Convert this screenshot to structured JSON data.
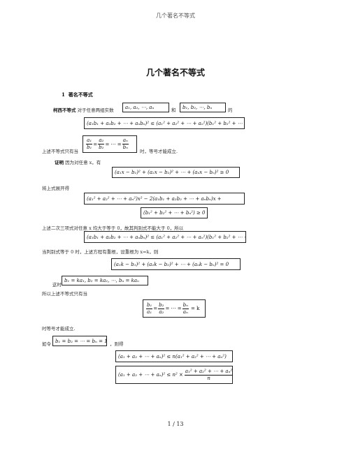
{
  "header": {
    "text": "几个著名不等式"
  },
  "doc": {
    "title": "几个著名不等式",
    "section1": {
      "number": "1",
      "heading": "著名不等式"
    },
    "cauchy": {
      "name": "柯西不等式",
      "intro": "对于任意两组实数",
      "vec_a": "a₁, a₂, ⋯, aₙ",
      "and": "和",
      "vec_b": "b₁, b₂, ⋯, bₙ",
      "de": "的",
      "formula": "(a₁b₁ + a₂b₂ + ⋯ + aₙbₙ)² ≤ (a₁² + a₂² + ⋯ + aₙ²)(b₁² + b₂² + ⋯ + bₙ²)",
      "eq_text_before": "上述不等式只有当",
      "eq_cond": {
        "f1n": "a₁",
        "f1d": "b₁",
        "f2n": "a₂",
        "f2d": "b₂",
        "dots": "= ⋯ =",
        "f3n": "aₙ",
        "f3d": "bₙ"
      },
      "eq_text_after": "时，等号才能成立."
    },
    "proof": {
      "label": "证明",
      "text": "因为对任意 x，有",
      "formula1": "(a₁x − b₁)² + (a₂x − b₂)² + ⋯ + (aₙx − bₙ)² ≥ 0",
      "expand": "将上式展开得",
      "formula2a": "(a₁² + a₂² + ⋯ + aₙ²)x² − 2(a₁b₁ + a₂b₂ + ⋯ + aₙbₙ)x +",
      "formula2b": "(b₁² + b₂² + ⋯ + bₙ²) ≥ 0",
      "discriminant_text": "上述二次三项式对任意 x 均大于等于 0，故其判别式不能大于 0，所以",
      "formula3": "(a₁b₁ + a₂b₂ + ⋯ + aₙbₙ)² ≤ (a₁² + a₂² + ⋯ + aₙ²)(b₁² + b₂² + ⋯ + bₙ²)",
      "zero_text": "当判别式等于 0 时，上述方程有重根，设重根为 x=k，则",
      "formula4": "(a₁k − b₁)² + (a₂k − b₂)² + ⋯ + (aₙk − bₙ)² = 0",
      "then": "这时",
      "formula5": "b₁ = ka₁, b₂ = ka₂, ⋯, bₙ = kaₙ",
      "conclusion": "所以上述不等式只有当",
      "formula6": {
        "f1n": "b₁",
        "f1d": "a₁",
        "f2n": "b₂",
        "f2d": "a₂",
        "dots": "= ⋯ =",
        "f3n": "bₙ",
        "f3d": "aₙ",
        "tail": "= k"
      },
      "eq_holds": "时等号才能成立.",
      "if_text": "如令",
      "if_cond": "b₁ = b₂ = ⋯ = bₙ = 1",
      "comma_then": "，则得",
      "formula7": "(a₁ + a₂ + ⋯ + aₙ)² ≤ n(a₁² + a₂² + ⋯ + aₙ²)",
      "formula8_left": "(a₁ + a₂ + ⋯ + aₙ)² ≤ n² ×",
      "formula8_num": "a₁² + a₂² + ⋯ + aₙ²",
      "formula8_den": "n"
    }
  },
  "footer": {
    "page": "1 / 13"
  }
}
